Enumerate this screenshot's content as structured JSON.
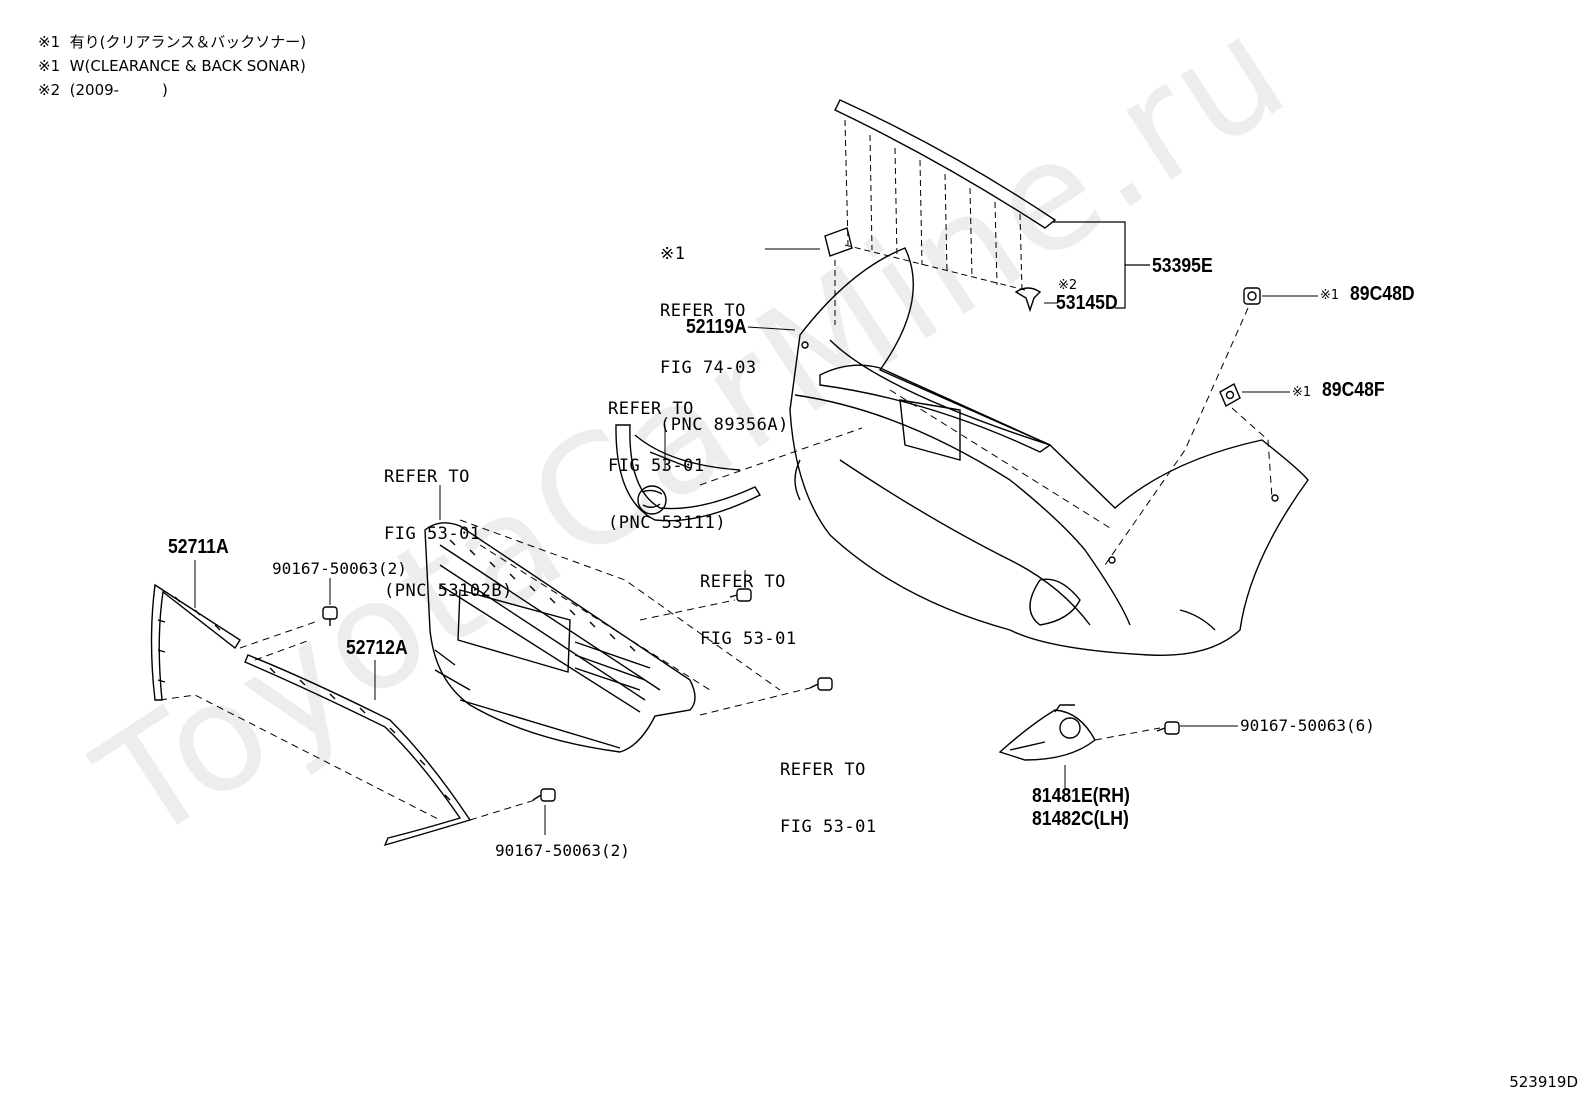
{
  "notes": [
    "※1  有り(クリアランス＆バックソナー)",
    "※1  W(CLEARANCE & BACK SONAR)",
    "※2  (2009-         )"
  ],
  "callouts": {
    "refer_74_03": [
      "※1",
      "REFER TO",
      "FIG 74-03",
      "(PNC 89356A)"
    ],
    "refer_53111": [
      "REFER TO",
      "FIG 53-01",
      "(PNC 53111)"
    ],
    "refer_53102b": [
      "REFER TO",
      "FIG 53-01",
      "(PNC 53102B)"
    ],
    "refer_53_01_a": [
      "REFER TO",
      "FIG 53-01"
    ],
    "refer_53_01_b": [
      "REFER TO",
      "FIG 53-01"
    ]
  },
  "parts": {
    "p53395E": "53395E",
    "p53145D_note": "※2",
    "p53145D": "53145D",
    "p89C48D_note": "※1",
    "p89C48D": "89C48D",
    "p89C48F_note": "※1",
    "p89C48F": "89C48F",
    "p52119A": "52119A",
    "p52711A": "52711A",
    "p52712A": "52712A",
    "clip_top": "90167-50063(2)",
    "clip_bottom": "90167-50063(2)",
    "clip_right": "90167-50063(6)",
    "p81481E": "81481E(RH)",
    "p81482C": "81482C(LH)"
  },
  "watermark": "ToyotaCarMine.ru",
  "figure_id": "523919D",
  "colors": {
    "line": "#000000",
    "watermark": "#d9d9d9"
  }
}
